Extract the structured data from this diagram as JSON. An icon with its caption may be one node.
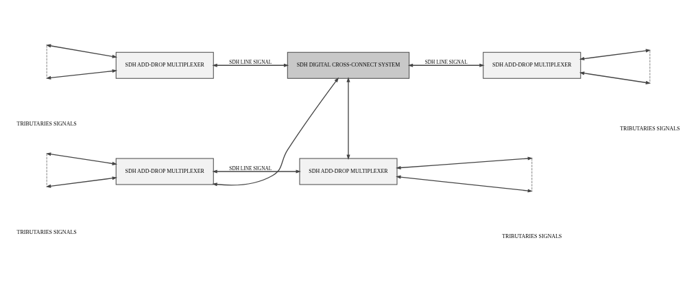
{
  "diagram": {
    "nodes": [
      {
        "text": [
          "SDH ADD-DROP MULTIPLEXER"
        ]
      },
      {
        "text": [
          "SDH ADD-DROP MULTIPLEXER"
        ]
      },
      {
        "text": [
          "SDH ADD-DROP MULTIPLEXER"
        ]
      },
      {
        "text": [
          "SDH DIGITAL CROSS-CONNECT SYSTEM"
        ]
      },
      {
        "text": [
          "SDH ADD-DROP MULTIPLEXER"
        ]
      }
    ],
    "edges": [
      {
        "from": null,
        "to": 0,
        "arrow": "both"
      },
      {
        "from": null,
        "to": 0,
        "arrow": "both"
      },
      {
        "from": 0,
        "to": 1,
        "arrow": "both",
        "label": "SDH LINE SIGNAL"
      },
      {
        "from": 1,
        "to": null,
        "arrow": "both"
      },
      {
        "from": 1,
        "to": null,
        "arrow": "both"
      },
      {
        "from": 3,
        "to": 0,
        "arrow": "both"
      },
      {
        "from": 3,
        "to": 1,
        "arrow": "both"
      },
      {
        "from": null,
        "to": 2,
        "arrow": "both"
      },
      {
        "from": null,
        "to": 2,
        "arrow": "both"
      },
      {
        "from": 2,
        "to": 3,
        "arrow": "both",
        "label": "SDH LINE SIGNAL"
      },
      {
        "from": 3,
        "to": 4,
        "arrow": "both",
        "label": "SDH LINE SIGNAL"
      },
      {
        "from": 4,
        "to": null,
        "arrow": "both"
      },
      {
        "from": 4,
        "to": null,
        "arrow": "both"
      }
    ],
    "labels": [
      "TRIBUTARIES SIGNALS",
      "TRIBUTARIES SIGNALS",
      "TRIBUTARIES SIGNALS",
      "TRIBUTARIES SIGNALS"
    ]
  }
}
